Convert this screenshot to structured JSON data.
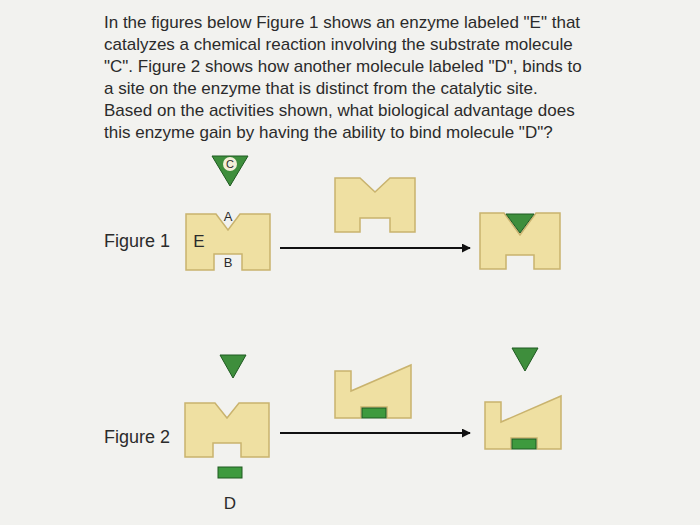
{
  "diagram": {
    "nodes": [
      {
        "text": [
          "C"
        ]
      },
      {
        "text": [
          "E",
          "A",
          "B"
        ]
      },
      {
        "text": [
          "D"
        ]
      }
    ],
    "labels": [
      "In the figures below Figure 1 shows an enzyme labeled \"E\" that catalyzes a chemical reaction involving the substrate molecule \"C\". Figure 2 shows how another molecule labeled \"D\", binds to a site on the enzyme that is distinct from the catalytic site. Based on the activities shown, what biological advantage does this enzyme gain by having the ability to bind molecule \"D\"?",
      "Figure 1",
      "Figure 2"
    ]
  }
}
